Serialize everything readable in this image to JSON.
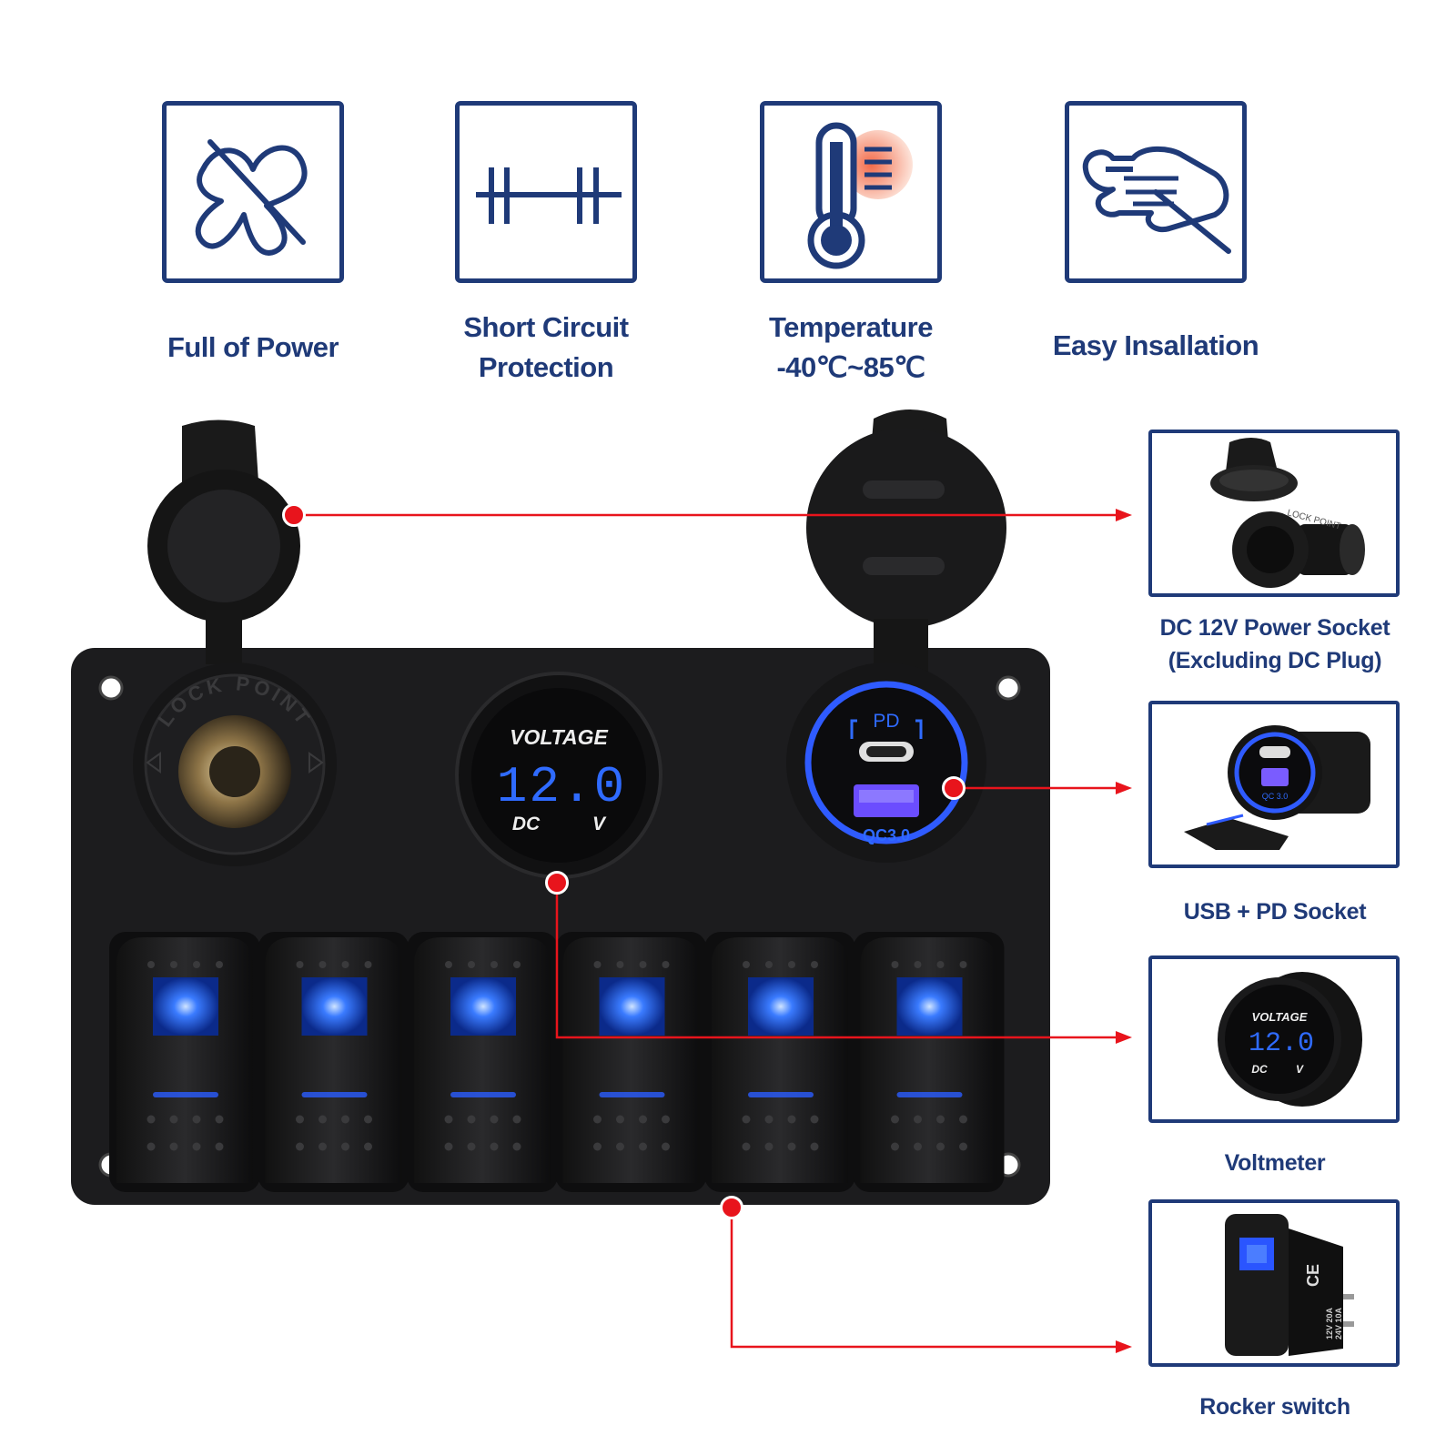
{
  "colors": {
    "brand": "#1f3a78",
    "callout": "#e8141c",
    "led": "#2a6cff",
    "panel": "#1c1c1e"
  },
  "features": [
    {
      "label": "Full of Power",
      "icon": "crossed-wires-icon"
    },
    {
      "label": "Short Circuit\nProtection",
      "icon": "fuse-circuit-icon"
    },
    {
      "label": "Temperature\n-40℃~85℃",
      "icon": "thermometer-icon"
    },
    {
      "label": "Easy Insallation",
      "icon": "wrench-hand-icon"
    }
  ],
  "panel": {
    "cigarette_cap_text": "LOCK POINT",
    "voltmeter": {
      "title": "VOLTAGE",
      "reading": "12.0",
      "unit_left": "DC",
      "unit_right": "V"
    },
    "usb": {
      "pd_label": "PD",
      "qc_label": "QC3.0"
    },
    "switch_count": 6
  },
  "components": [
    {
      "label": "DC 12V Power Socket\n(Excluding DC Plug)",
      "icon": "power-socket-icon",
      "cap_text": "LOCK POINT"
    },
    {
      "label": "USB + PD Socket",
      "icon": "usb-pd-socket-icon",
      "badge": "QC 3.0"
    },
    {
      "label": "Voltmeter",
      "icon": "voltmeter-icon",
      "title": "VOLTAGE",
      "reading": "12.0",
      "unit_left": "DC",
      "unit_right": "V"
    },
    {
      "label": "Rocker switch",
      "icon": "rocker-switch-icon",
      "rating_line1": "12V 20A",
      "rating_line2": "24V 10A",
      "mark": "CE"
    }
  ]
}
